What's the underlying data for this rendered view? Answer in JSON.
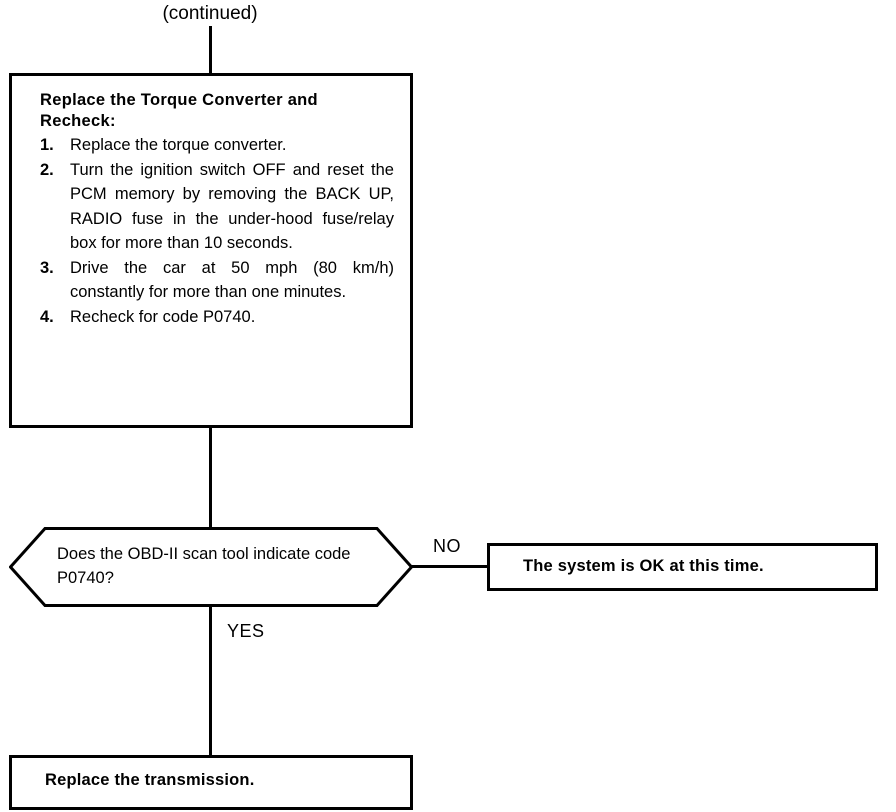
{
  "page": {
    "continued_label": "(continued)"
  },
  "instruction_box": {
    "heading": "Replace the Torque Converter and Recheck:",
    "steps": [
      {
        "number": "1.",
        "text": "Replace the torque converter."
      },
      {
        "number": "2.",
        "text": "Turn the ignition switch OFF and reset the PCM memory by removing the BACK UP, RADIO fuse in the under-hood fuse/relay box for more than 10 seconds."
      },
      {
        "number": "3.",
        "text": "Drive the car at 50 mph (80 km/h) constantly for more than one minutes."
      },
      {
        "number": "4.",
        "text": "Recheck for code P0740."
      }
    ]
  },
  "decision": {
    "question": "Does the OBD-II scan tool indicate code P0740?",
    "branches": {
      "no": "NO",
      "yes": "YES"
    }
  },
  "outcomes": {
    "no_result": "The system is OK at this time.",
    "yes_result": "Replace the transmission."
  },
  "style": {
    "line_color": "#000000",
    "background": "#ffffff"
  }
}
